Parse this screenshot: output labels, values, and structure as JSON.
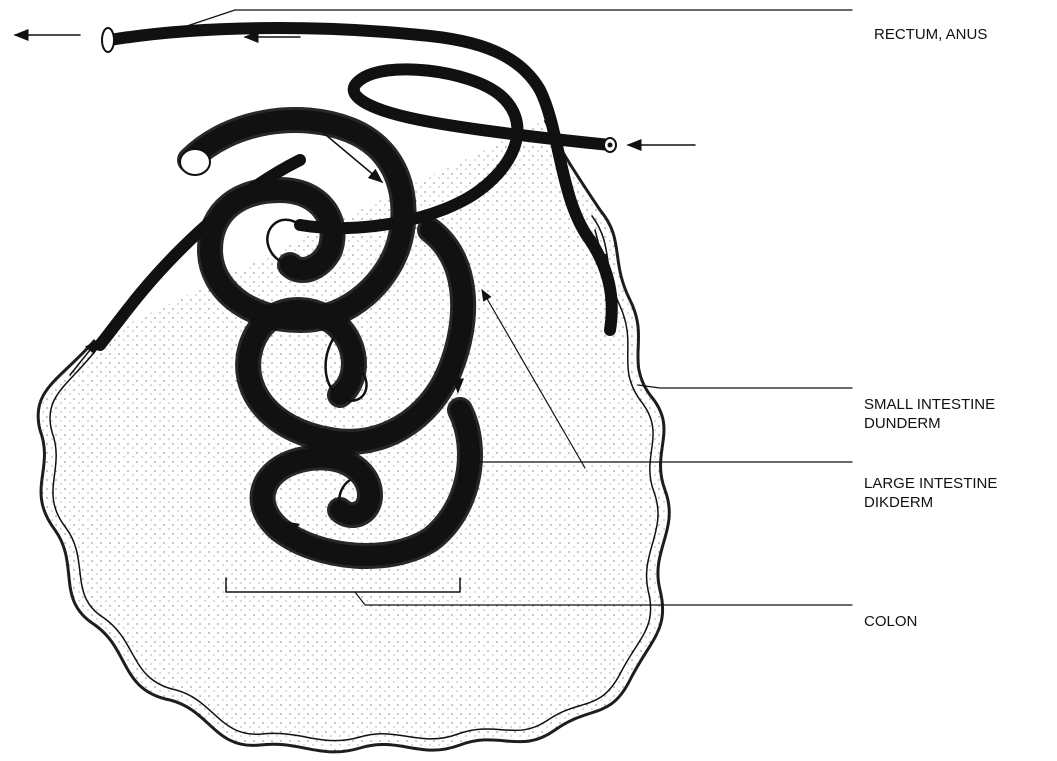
{
  "labels": {
    "rectum_anus": "RECTUM, ANUS",
    "small_intestine": "SMALL INTESTINE",
    "small_intestine_sub": "DUNDERM",
    "large_intestine": "LARGE INTESTINE",
    "large_intestine_sub": "DIKDERM",
    "colon": "COLON"
  },
  "colors": {
    "ink": "#111111",
    "background": "#ffffff",
    "stipple": "#333333"
  }
}
